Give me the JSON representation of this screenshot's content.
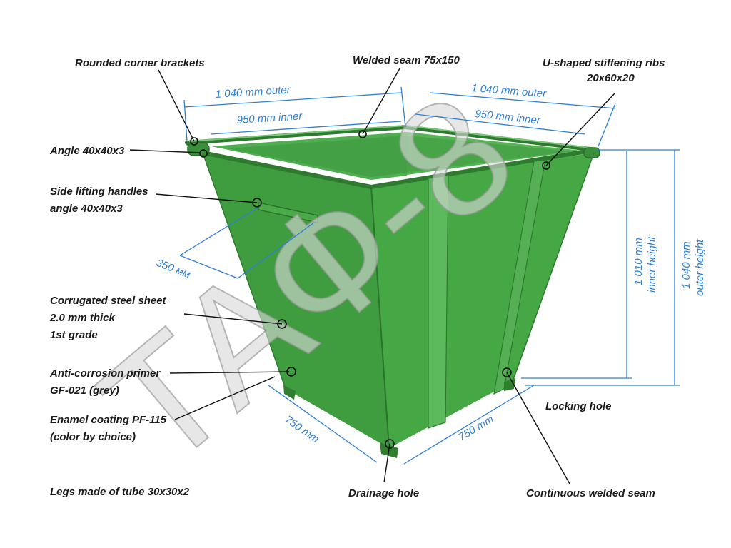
{
  "watermark": "ТАФ-8",
  "colors": {
    "bin_green": "#3f9d3f",
    "bin_dark": "#2f7f2f",
    "bin_light": "#5bb35b",
    "dimension_blue": "#2f7fd6"
  },
  "labels": {
    "corner_brackets": "Rounded corner brackets",
    "welded_seam": "Welded seam 75x150",
    "ribs_line1": "U-shaped stiffening ribs",
    "ribs_line2": "20x60x20",
    "angle": "Angle 40x40x3",
    "handles_line1": "Side lifting handles",
    "handles_line2": "angle 40x40x3",
    "sheet_line1": "Corrugated steel sheet",
    "sheet_line2": "2.0 mm thick",
    "sheet_line3": "1st grade",
    "primer_line1": "Anti-corrosion primer",
    "primer_line2": "GF-021 (grey)",
    "enamel_line1": "Enamel coating PF-115",
    "enamel_line2": "(color by choice)",
    "legs": "Legs made of tube 30x30x2",
    "drainage": "Drainage hole",
    "locking": "Locking hole",
    "continuous_seam": "Continuous welded seam"
  },
  "dimensions": {
    "left_outer": "1 040 mm outer",
    "left_inner": "950 mm inner",
    "right_outer": "1 040 mm outer",
    "right_inner": "950 mm inner",
    "handle": "350 мм",
    "bottom_left": "750 mm",
    "bottom_right": "750 mm",
    "inner_h_line1": "1 010 mm",
    "inner_h_line2": "inner height",
    "outer_h_line1": "1 040 mm",
    "outer_h_line2": "outer height"
  }
}
